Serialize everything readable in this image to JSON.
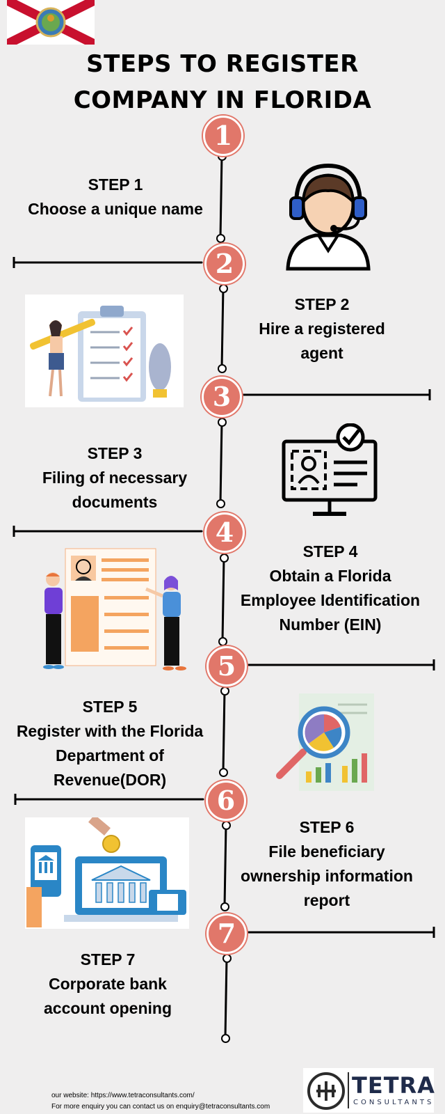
{
  "header": {
    "title_line1": "STEPS TO REGISTER",
    "title_line2": "COMPANY IN FLORIDA",
    "flag_icon": "florida-flag-icon",
    "colors": {
      "badge": "#e1776a",
      "flag_red": "#c8102e",
      "background": "#efeeee"
    }
  },
  "steps": [
    {
      "num": "1",
      "label": "STEP 1",
      "text1": "Choose a unique name",
      "text2": "",
      "text3": "",
      "icon": "customer-support-agent-icon"
    },
    {
      "num": "2",
      "label": "STEP 2",
      "text1": "Hire a registered",
      "text2": "agent",
      "text3": "",
      "icon": "checklist-clipboard-icon"
    },
    {
      "num": "3",
      "label": "STEP 3",
      "text1": "Filing of necessary",
      "text2": "documents",
      "text3": "",
      "icon": "monitor-profile-check-icon"
    },
    {
      "num": "4",
      "label": "STEP 4",
      "text1": "Obtain a Florida",
      "text2": "Employee Identification",
      "text3": "Number (EIN)",
      "icon": "resume-team-icon"
    },
    {
      "num": "5",
      "label": "STEP 5",
      "text1": "Register with the Florida",
      "text2": "Department of",
      "text3": "Revenue(DOR)",
      "icon": "analytics-magnifier-icon"
    },
    {
      "num": "6",
      "label": "STEP 6",
      "text1": "File beneficiary",
      "text2": "ownership information",
      "text3": "report",
      "icon": "bank-payment-icon"
    },
    {
      "num": "7",
      "label": "STEP 7",
      "text1": "Corporate bank",
      "text2": "account opening",
      "text3": "",
      "icon": ""
    }
  ],
  "footer": {
    "website": "our website:  https://www.tetraconsultants.com/",
    "contact": "For more enquiry you can contact us on enquiry@tetraconsultants.com"
  },
  "logo": {
    "name": "TETRA",
    "sub": "CONSULTANTS",
    "icon": "tetra-logo-icon"
  }
}
